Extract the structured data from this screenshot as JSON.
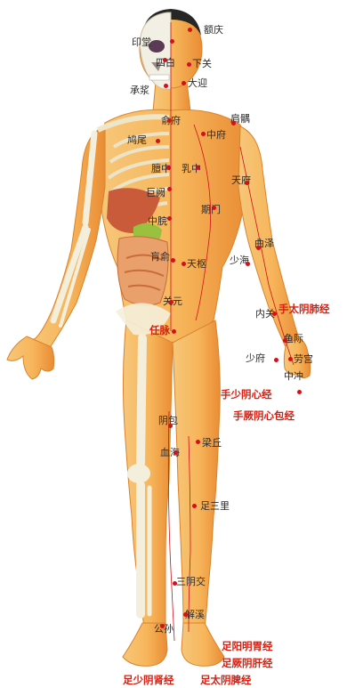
{
  "labels": {
    "e_qing": "额庆",
    "yin_tang": "印堂",
    "si_bai": "四白",
    "xia_guan": "下关",
    "da_ying": "大迎",
    "cheng_jiang": "承浆",
    "shu_fu": "俞府",
    "jian_yu": "肩髃",
    "zhong_fu": "中府",
    "jiu_wei": "鸠尾",
    "tan_zhong": "膻中",
    "ru_zhong": "乳中",
    "tian_fu": "天府",
    "ju_que": "巨阙",
    "qi_men": "期门",
    "zhong_wan": "中脘",
    "qu_ze": "曲泽",
    "huang_shu": "肓俞",
    "tian_shu": "天枢",
    "shao_hai": "少海",
    "guan_yuan": "关元",
    "ren_mai": "任脉",
    "nei_guan": "内关",
    "yu_ji": "鱼际",
    "shao_fu": "少府",
    "lao_gong": "劳宫",
    "zhong_chong": "中冲",
    "yin_bao": "阴包",
    "liang_qiu": "梁丘",
    "xue_hai": "血海",
    "zu_san_li": "足三里",
    "san_yin_jiao": "三阴交",
    "jie_xi": "解溪",
    "gong_sun": "公孙",
    "m_lung": "手太阴肺经",
    "m_heart": "手少阴心经",
    "m_pericardium": "手厥阴心包经",
    "m_stomach": "足阳明胃经",
    "m_liver": "足厥阴肝经",
    "m_kidney": "足少阴肾经",
    "m_spleen": "足太阴脾经"
  },
  "colors": {
    "skin": "#f7b85c",
    "skin_dark": "#e8903a",
    "bone": "#f4efdc",
    "liver": "#c95a3a",
    "intestine": "#e9a06a",
    "stomach": "#9ac040",
    "hair": "#262626",
    "point": "#d0121b",
    "meridian_label": "#d81e10"
  }
}
